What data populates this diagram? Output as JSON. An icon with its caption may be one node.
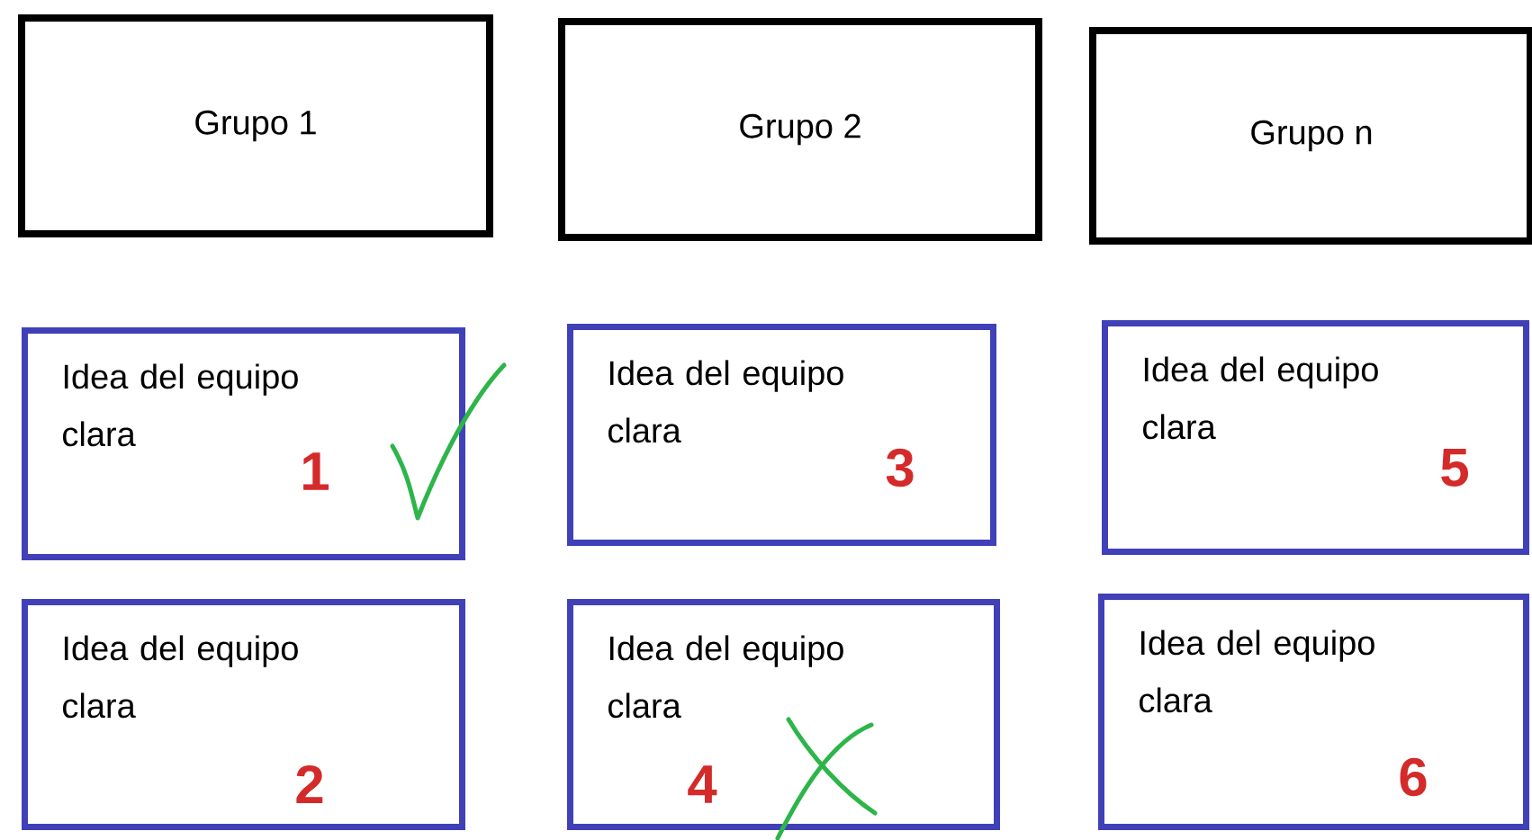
{
  "diagram": {
    "nodes": [
      {
        "text": [
          "Grupo 1"
        ]
      },
      {
        "text": [
          "Grupo 2"
        ]
      },
      {
        "text": [
          "Grupo n"
        ]
      },
      {
        "text": [
          "Idea del equipo clara",
          "1"
        ]
      },
      {
        "text": [
          "Idea del equipo clara",
          "3"
        ]
      },
      {
        "text": [
          "Idea del equipo clara",
          "5"
        ]
      },
      {
        "text": [
          "Idea del equipo clara",
          "2"
        ]
      },
      {
        "text": [
          "Idea del equipo clara",
          "4"
        ]
      },
      {
        "text": [
          "Idea del equipo clara",
          "6"
        ]
      }
    ]
  }
}
